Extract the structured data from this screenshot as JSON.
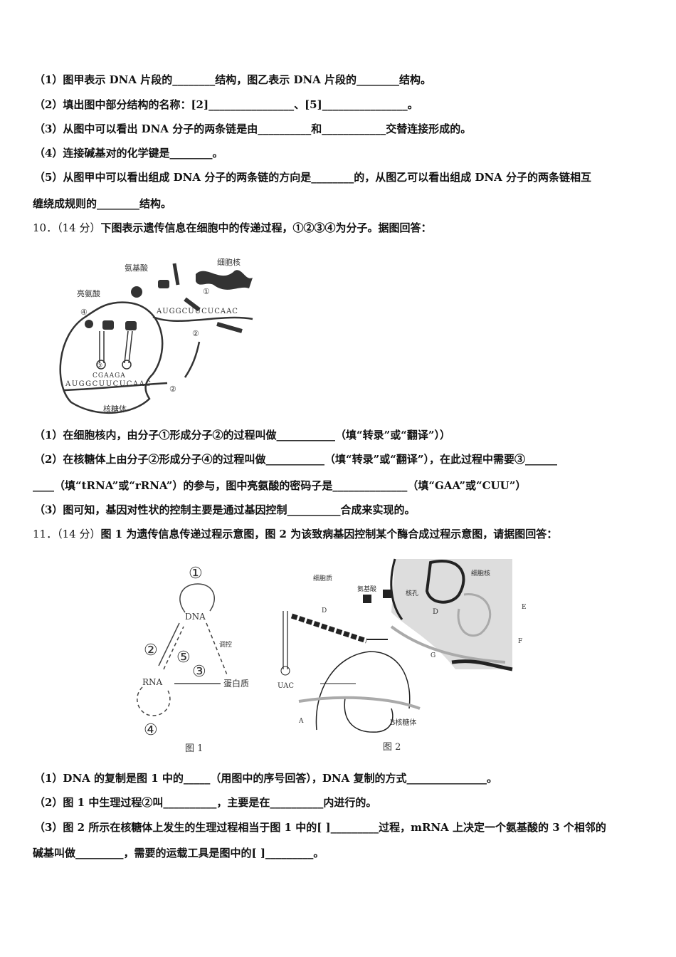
{
  "q9": {
    "lines": [
      "（1）图甲表示 DNA 片段的________结构，图乙表示 DNA 片段的________结构。",
      "（2）填出图中部分结构的名称：[2]________________、[5]________________。",
      "（3）从图中可以看出 DNA 分子的两条链是由__________和____________交替连接形成的。",
      "（4）连接碱基对的化学键是________。",
      "（5）从图甲中可以看出组成 DNA 分子的两条链的方向是________的，从图乙可以看出组成 DNA 分子的两条链相互",
      "缠绕成规则的________结构。"
    ]
  },
  "q10": {
    "number": "10．",
    "score": "（14 分）",
    "stem": "下图表示遗传信息在细胞中的传递过程，①②③④为分子。据图回答：",
    "figure": {
      "amino_acid": "氨基酸",
      "nucleus": "细胞核",
      "leucine": "亮氨酸",
      "ribosome": "核糖体",
      "m1": "①",
      "m2": "②",
      "m3": "③",
      "m4": "④",
      "seq_top": "AUGGCUUCUCAAC",
      "seq_bottom": "AUGGCUUCUCAAC",
      "anticodons": "CGAAGA"
    },
    "lines": [
      "（1）在细胞核内，由分子①形成分子②的过程叫做___________（填“转录”或“翻译”））",
      "（2）在核糖体上由分子②形成分子④的过程叫做___________（填“转录”或“翻译”），在此过程中需要③______",
      "____（填“tRNA”或“rRNA”）的参与，图中亮氨酸的密码子是______________（填“GAA”或“CUU”）",
      "（3）图可知，基因对性状的控制主要是通过基因控制__________合成来实现的。"
    ]
  },
  "q11": {
    "number": "11．",
    "score": "（14 分）",
    "stem": "图 1 为遗传信息传递过程示意图，图 2 为该致病基因控制某个酶合成过程示意图，请据图回答：",
    "fig1": {
      "c1": "①",
      "c2": "②",
      "c3": "③",
      "c4": "④",
      "c5": "⑤",
      "dna": "DNA",
      "rna": "RNA",
      "protein": "蛋白质",
      "regulate": "调控",
      "caption": "图 1"
    },
    "fig2": {
      "cytoplasm": "细胞质",
      "amino_acid": "氨基酸",
      "pore": "核孔",
      "nucleus": "细胞核",
      "d1": "D",
      "d2": "D",
      "e": "E",
      "f": "F",
      "g": "G",
      "uac": "UAC",
      "a": "A",
      "ribosome": "B核糖体",
      "caption": "图 2"
    },
    "lines": [
      "（1）DNA 的复制是图 1 中的_____（用图中的序号回答），DNA 复制的方式_______________。",
      "（2）图 1 中生理过程②叫__________，主要是在__________内进行的。",
      "（3）图 2 所示在核糖体上发生的生理过程相当于图 1 中的[  ]_________过程，mRNA 上决定一个氨基酸的 3 个相邻的",
      "碱基叫做_________，需要的运载工具是图中的[   ]_________。"
    ]
  }
}
